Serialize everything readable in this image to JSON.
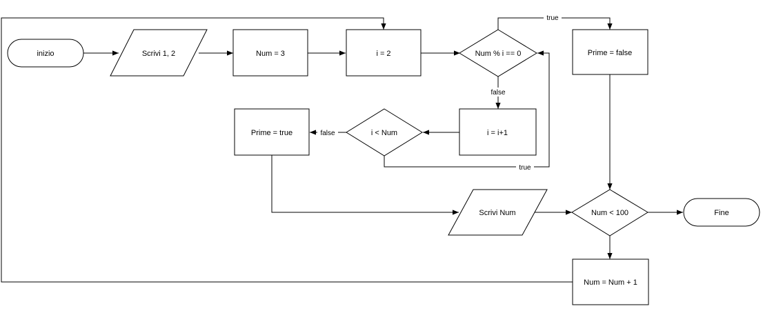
{
  "nodes": {
    "inizio": "inizio",
    "scrivi12": "Scrivi 1, 2",
    "num3": "Num = 3",
    "i2": "i = 2",
    "cond_mod": "Num % i == 0",
    "prime_false": "Prime = false",
    "i_inc": "i = i+1",
    "cond_lt": "i < Num",
    "prime_true": "Prime = true",
    "scrivi_num": "Scrivi Num",
    "cond_100": "Num < 100",
    "fine": "Fine",
    "num_inc": "Num = Num + 1"
  },
  "edges": {
    "mod_true": "true",
    "mod_false": "false",
    "lt_false": "false",
    "lt_true": "true"
  }
}
